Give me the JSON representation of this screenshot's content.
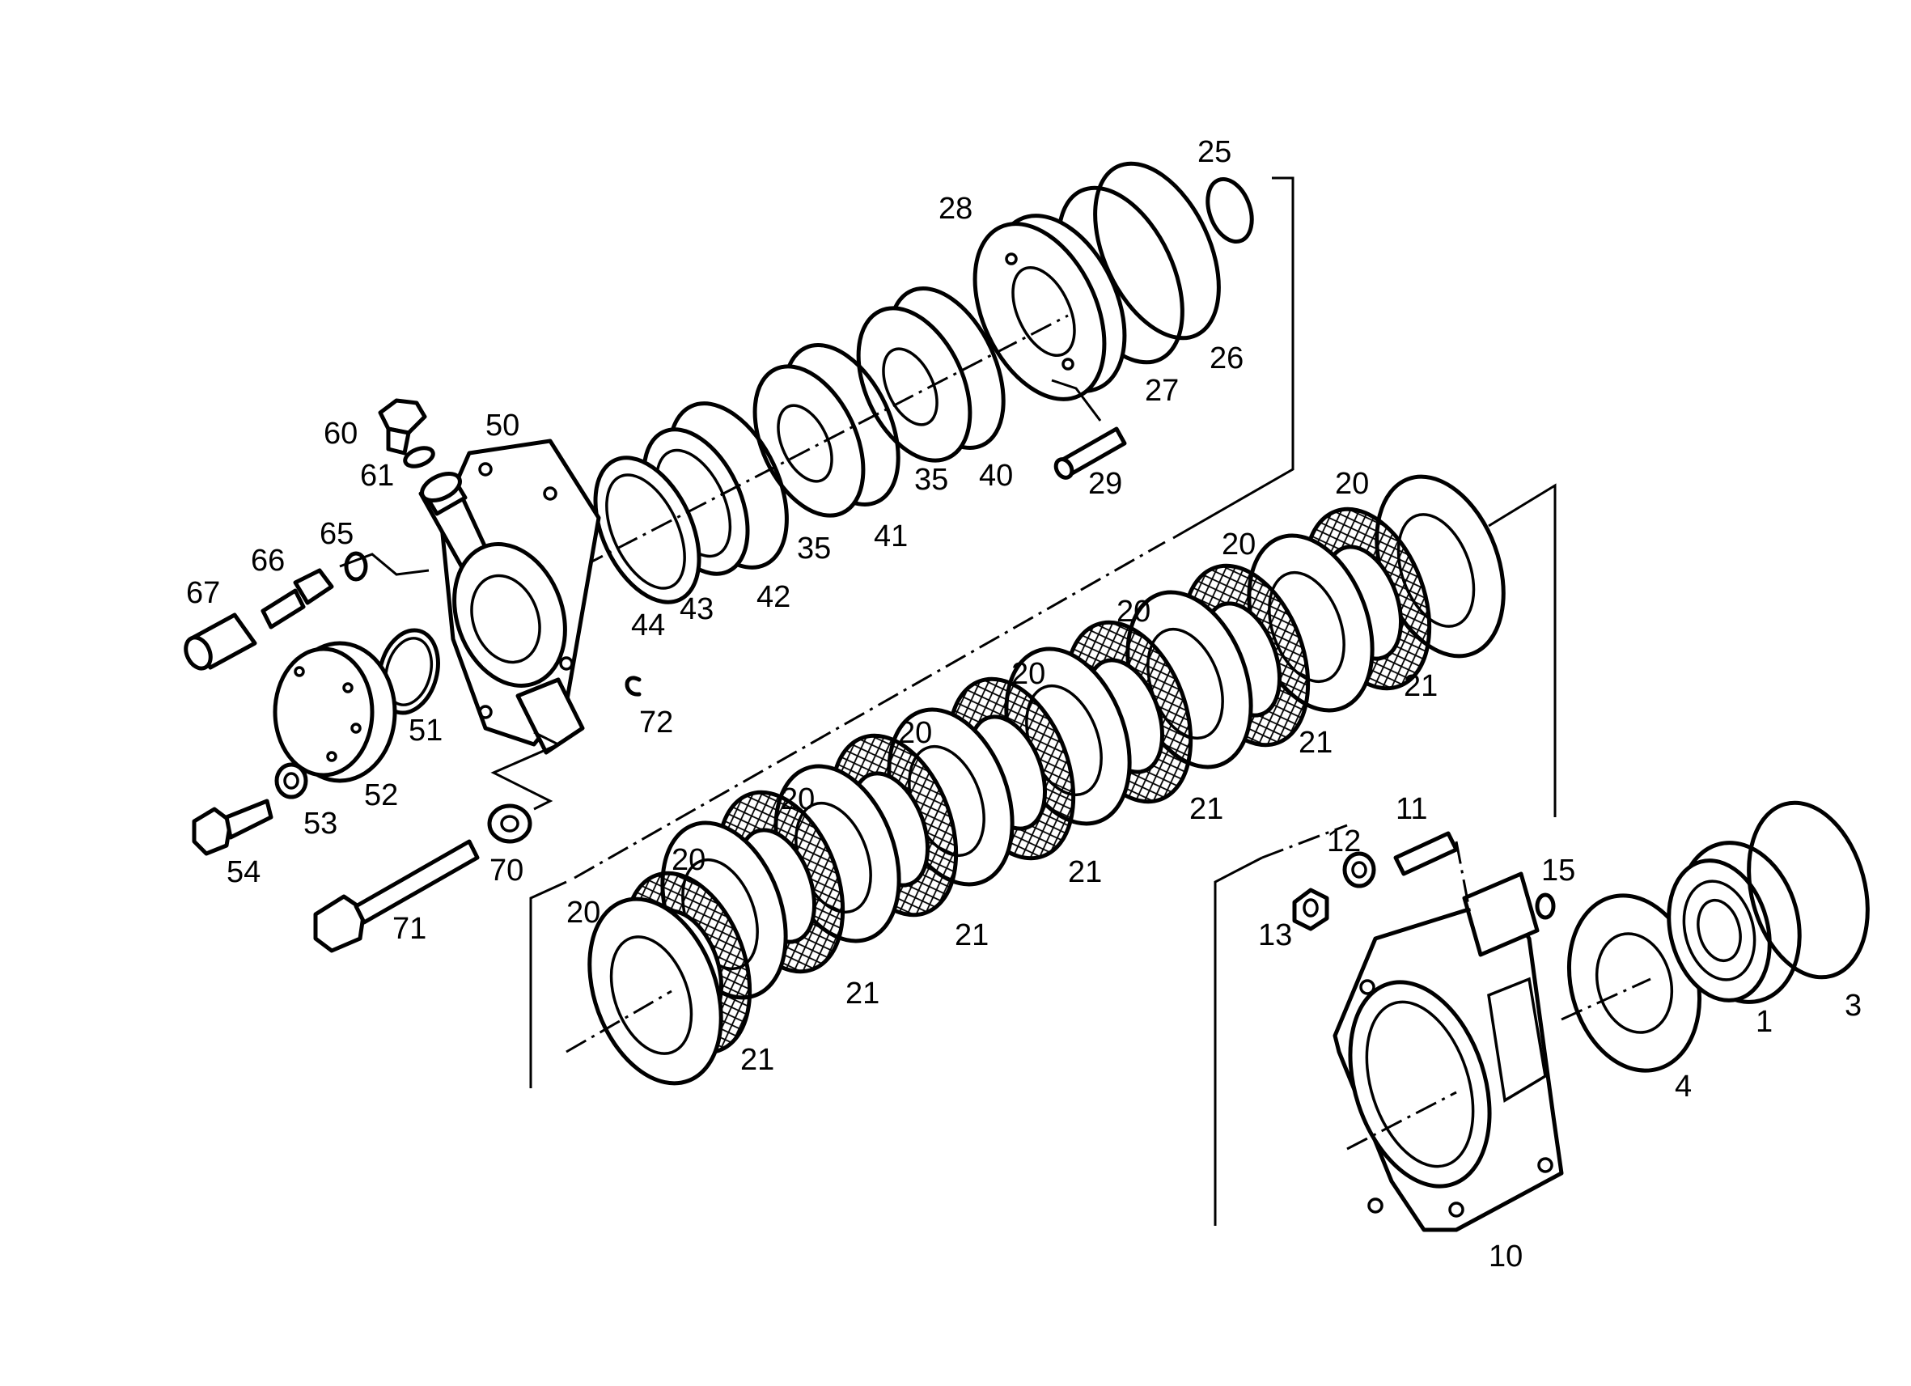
{
  "diagram": {
    "labels": {
      "p1": "1",
      "p3": "3",
      "p4": "4",
      "p10": "10",
      "p11": "11",
      "p12": "12",
      "p13": "13",
      "p15": "15",
      "p20a": "20",
      "p20b": "20",
      "p20c": "20",
      "p20d": "20",
      "p20e": "20",
      "p20f": "20",
      "p20g": "20",
      "p20h": "20",
      "p21a": "21",
      "p21b": "21",
      "p21c": "21",
      "p21d": "21",
      "p21e": "21",
      "p21f": "21",
      "p21g": "21",
      "p25": "25",
      "p26": "26",
      "p27": "27",
      "p28": "28",
      "p29": "29",
      "p35a": "35",
      "p35b": "35",
      "p40": "40",
      "p41": "41",
      "p42": "42",
      "p43": "43",
      "p44": "44",
      "p50": "50",
      "p51": "51",
      "p52": "52",
      "p53": "53",
      "p54": "54",
      "p60": "60",
      "p61": "61",
      "p65": "65",
      "p66": "66",
      "p67": "67",
      "p70": "70",
      "p71": "71",
      "p72": "72"
    }
  }
}
